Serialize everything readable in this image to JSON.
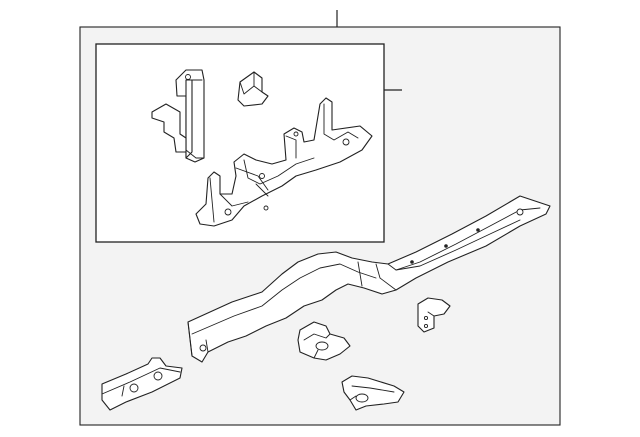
{
  "diagram": {
    "type": "exploded-parts-illustration",
    "callout_labels": [],
    "colors": {
      "line": "#222222",
      "frame_fill": "#f3f3f3",
      "inset_fill": "#ffffff"
    },
    "parts": [
      {
        "id": "frame-rail-assembly"
      },
      {
        "id": "inset-subassembly"
      },
      {
        "id": "inset-tall-bracket"
      },
      {
        "id": "inset-angle-bracket"
      },
      {
        "id": "inset-crossmember"
      },
      {
        "id": "long-frame-rail"
      },
      {
        "id": "front-bracket-plate"
      },
      {
        "id": "center-mount-bracket"
      },
      {
        "id": "small-l-bracket"
      },
      {
        "id": "lower-curved-bracket"
      }
    ]
  }
}
